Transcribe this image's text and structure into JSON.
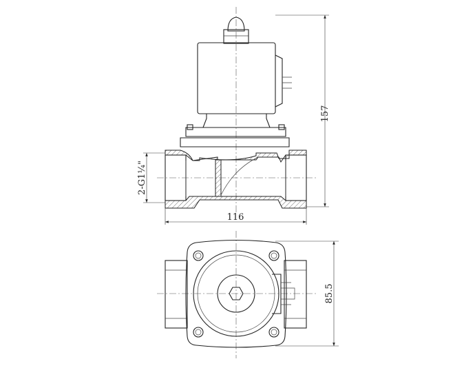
{
  "drawing": {
    "front_view": {
      "height_dim": "157",
      "width_dim": "116",
      "port_label": "2-G1¼\""
    },
    "top_view": {
      "depth_dim": "85.5"
    }
  }
}
